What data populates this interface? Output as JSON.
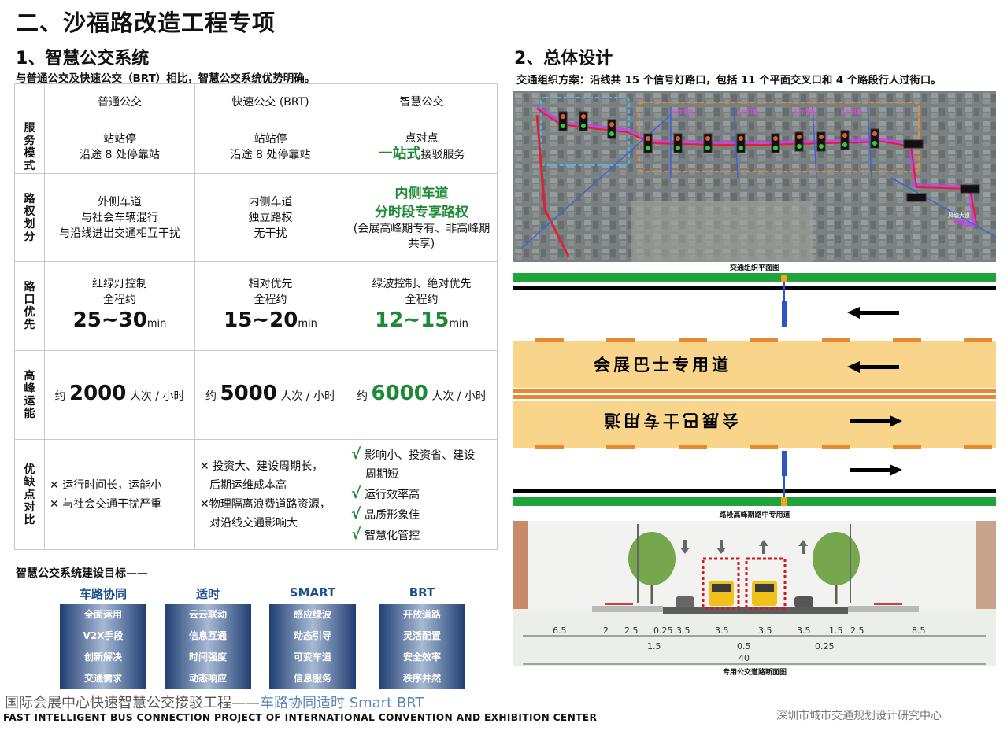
{
  "page_title": "二、沙福路改造工程专项",
  "left": {
    "heading": "1、智慧公交系统",
    "intro": "与普通公交及快速公交（BRT）相比，智慧公交系统优势明确。",
    "table": {
      "headers": [
        "普通公交",
        "快速公交 (BRT)",
        "智慧公交"
      ],
      "row_labels": [
        "服务模式",
        "路权划分",
        "路口优先",
        "高峰运能",
        "优缺点对比"
      ],
      "service": {
        "normal": [
          "站站停",
          "沿途 8 处停靠站"
        ],
        "brt": [
          "站站停",
          "沿途 8 处停靠站"
        ],
        "smart_line1": "点对点",
        "smart_em": "一站式",
        "smart_rest": "接驳服务"
      },
      "right_of_way": {
        "normal": [
          "外侧车道",
          "与社会车辆混行",
          "与沿线进出交通相互干扰"
        ],
        "brt": [
          "内侧车道",
          "独立路权",
          "无干扰"
        ],
        "smart_green": [
          "内侧车道",
          "分时段专享路权"
        ],
        "smart_note": "(会展高峰期专有、非高峰期共享)"
      },
      "priority": {
        "normal": {
          "l1": "红绿灯控制",
          "l2": "全程约",
          "value": "25~30",
          "unit": "min"
        },
        "brt": {
          "l1": "相对优先",
          "l2": "全程约",
          "value": "15~20",
          "unit": "min"
        },
        "smart": {
          "l1": "绿波控制、绝对优先",
          "l2": "全程约",
          "value": "12~15",
          "unit": "min"
        }
      },
      "capacity": {
        "prefix": "约",
        "suffix": "人次 / 小时",
        "values": [
          "2000",
          "5000",
          "6000"
        ]
      },
      "proscons": {
        "cross": "✕",
        "check": "√",
        "normal": [
          "运行时间长，运能小",
          "与社会交通干扰严重"
        ],
        "brt": [
          [
            "投资大、建设周期长，",
            "后期运维成本高"
          ],
          [
            "物理隔离浪费道路资源，",
            "对沿线交通影响大"
          ]
        ],
        "smart": [
          [
            "影响小、投资省、建设",
            "周期短"
          ],
          [
            "运行效率高"
          ],
          [
            "品质形象佳"
          ],
          [
            "智慧化管控"
          ]
        ]
      }
    },
    "goals": {
      "title": "智慧公交系统建设目标——",
      "columns": [
        {
          "name": "车路协同",
          "items": [
            "全面运用",
            "V2X手段",
            "创新解决",
            "交通需求"
          ]
        },
        {
          "name": "适时",
          "items": [
            "云云联动",
            "信息互通",
            "时间强度",
            "动态响应"
          ]
        },
        {
          "name": "SMART",
          "items": [
            "感应绿波",
            "动态引导",
            "可变车道",
            "信息服务"
          ]
        },
        {
          "name": "BRT",
          "items": [
            "开放道路",
            "灵活配置",
            "安全效率",
            "秩序井然"
          ]
        }
      ]
    }
  },
  "right": {
    "heading": "2、总体设计",
    "intro": "交通组织方案：沿线共 15 个信号灯路口，包括 11 个平面交叉口和 4 个路段行人过街口。",
    "map_caption": "交通组织平面图",
    "map_labels": [
      "人行过街",
      "人行过街",
      "人行过街",
      "人行过街",
      "风塘大道"
    ],
    "lane_caption": "路段高峰期路中专用道",
    "lane_text_upper": "会展巴士专用道",
    "lane_text_lower": "会展巴士专用道",
    "section_caption": "专用公交道路断面图",
    "dims_top": [
      "6.5",
      "2",
      "2.5",
      "0.25",
      "3.5",
      "3.5",
      "3.5",
      "3.5",
      "1.5",
      "2.5",
      "8.5"
    ],
    "dims_mid": [
      "1.5",
      "0.5",
      "0.25"
    ],
    "dims_total": "40"
  },
  "footer": {
    "cn_main": "国际会展中心快速智慧公交接驳工程——",
    "cn_accent": "车路协同适时 Smart BRT",
    "en": "FAST INTELLIGENT BUS CONNECTION PROJECT OF INTERNATIONAL CONVENTION AND EXHIBITION CENTER",
    "org": "深圳市城市交通规划设计研究中心"
  },
  "colors": {
    "green": "#1e8a36",
    "blue": "#1f4f8e",
    "lane": "#f8d58a",
    "bar": "#1fa33a"
  }
}
